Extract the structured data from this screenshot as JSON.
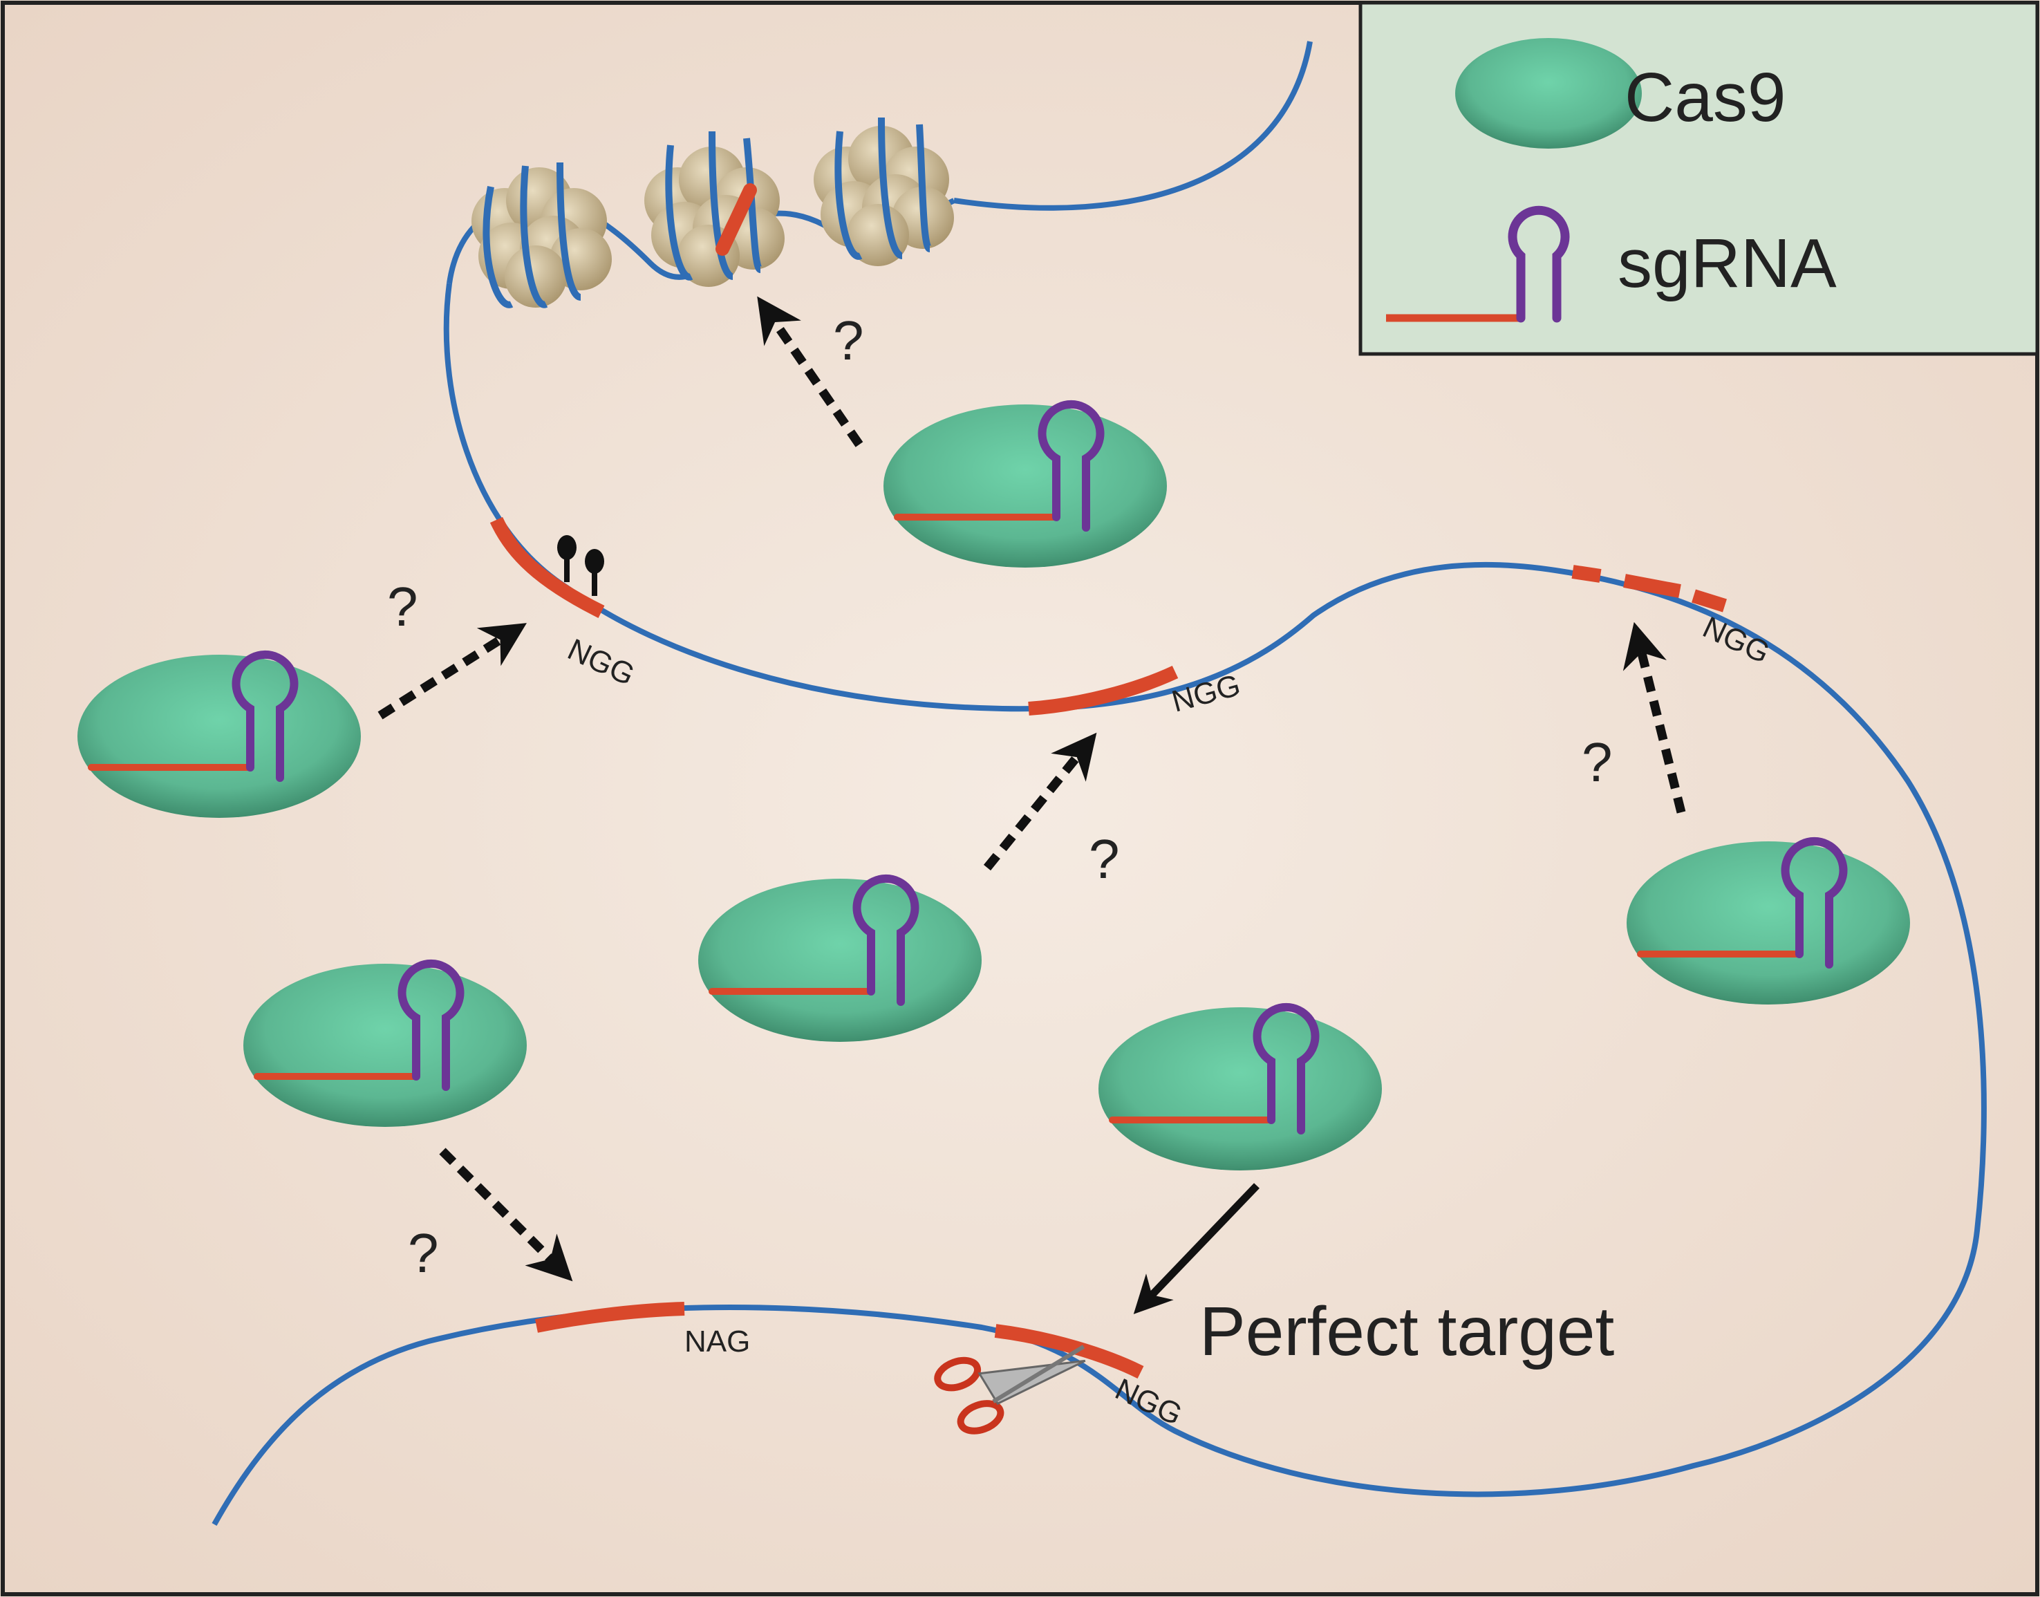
{
  "legend": {
    "cas9_label": "Cas9",
    "sgrna_label": "sgRNA"
  },
  "labels": {
    "pam_ngg": "NGG",
    "pam_nag": "NAG",
    "perfect_target": "Perfect target",
    "question": "?"
  },
  "colors": {
    "background": "#efe0d3",
    "dna": "#2f6db5",
    "target": "#d9482b",
    "cas9": "#5fc39a",
    "sgrna_loop": "#6c3596",
    "legend_bg": "#d3e3d2",
    "nucleosome": "#c9b48e",
    "arrow": "#111111"
  }
}
